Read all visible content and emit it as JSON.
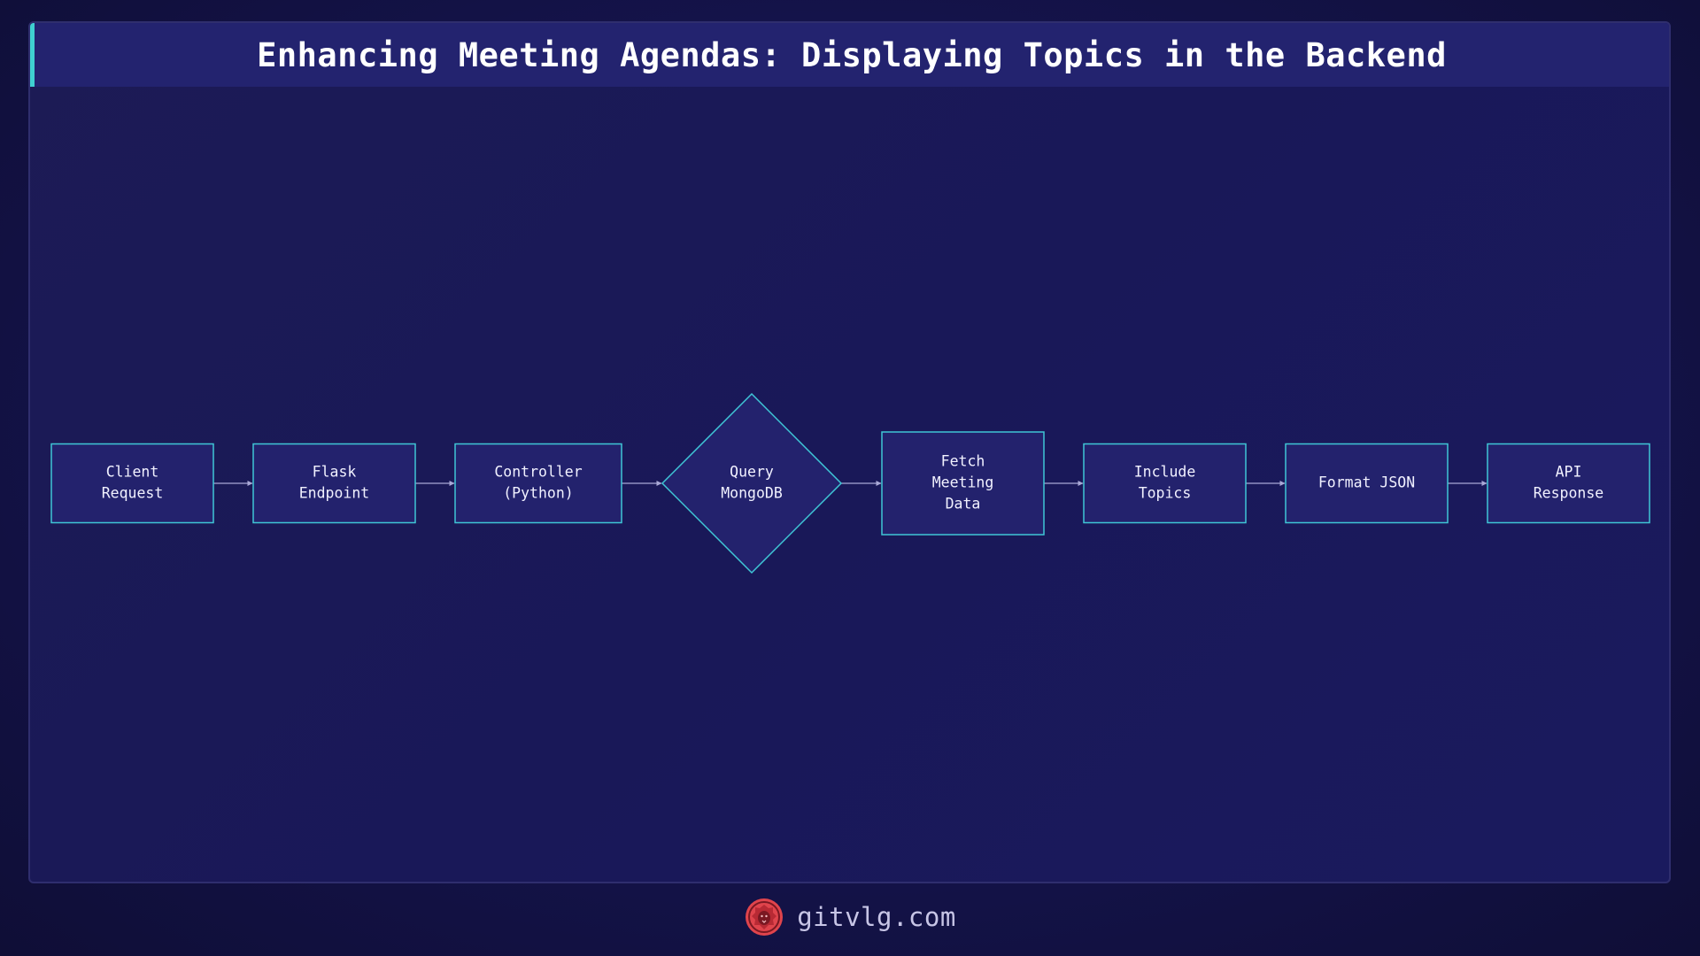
{
  "title": "Enhancing Meeting Agendas: Displaying Topics in the Backend",
  "colors": {
    "node_fill": "#23226d",
    "node_stroke": "#3fc6d6",
    "edge": "#a9a8d6",
    "accent": "#3fd0d0",
    "logo": "#e0444c"
  },
  "nodes": [
    {
      "id": "client-request",
      "shape": "rect",
      "lines": [
        "Client",
        "Request"
      ]
    },
    {
      "id": "flask-endpoint",
      "shape": "rect",
      "lines": [
        "Flask",
        "Endpoint"
      ]
    },
    {
      "id": "controller-python",
      "shape": "rect",
      "lines": [
        "Controller",
        "(Python)"
      ]
    },
    {
      "id": "query-mongodb",
      "shape": "diamond",
      "lines": [
        "Query",
        "MongoDB"
      ]
    },
    {
      "id": "fetch-meeting-data",
      "shape": "rect",
      "lines": [
        "Fetch",
        "Meeting",
        "Data"
      ]
    },
    {
      "id": "include-topics",
      "shape": "rect",
      "lines": [
        "Include",
        "Topics"
      ]
    },
    {
      "id": "format-json",
      "shape": "rect",
      "lines": [
        "Format JSON"
      ]
    },
    {
      "id": "api-response",
      "shape": "rect",
      "lines": [
        "API",
        "Response"
      ]
    }
  ],
  "edges": [
    [
      "client-request",
      "flask-endpoint"
    ],
    [
      "flask-endpoint",
      "controller-python"
    ],
    [
      "controller-python",
      "query-mongodb"
    ],
    [
      "query-mongodb",
      "fetch-meeting-data"
    ],
    [
      "fetch-meeting-data",
      "include-topics"
    ],
    [
      "include-topics",
      "format-json"
    ],
    [
      "format-json",
      "api-response"
    ]
  ],
  "footer": {
    "logo_icon": "lion-logo",
    "text": "gitvlg.com"
  }
}
